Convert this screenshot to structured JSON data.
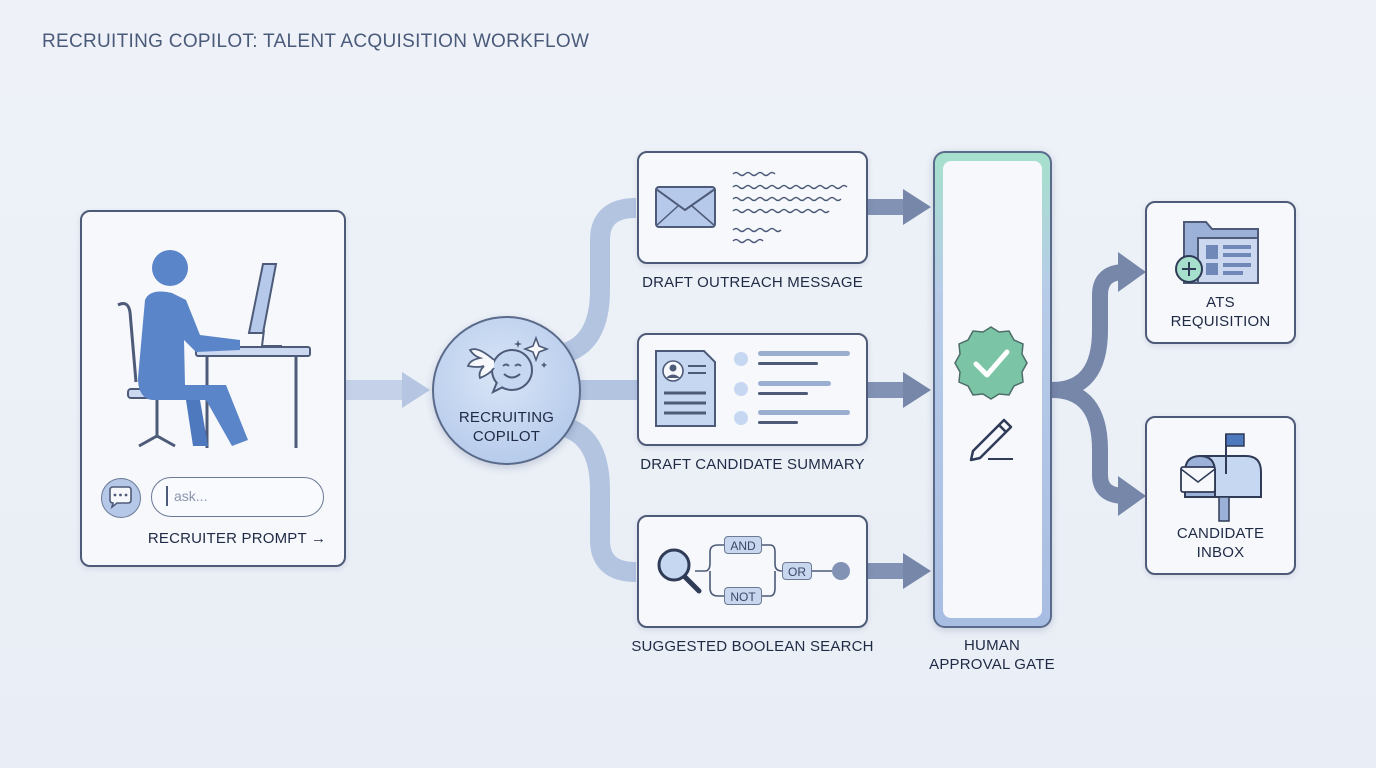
{
  "title": "RECRUITING COPILOT: TALENT ACQUISITION WORKFLOW",
  "recruiter": {
    "input_placeholder": "ask...",
    "label": "RECRUITER PROMPT →"
  },
  "copilot": {
    "label_line1": "RECRUITING",
    "label_line2": "COPILOT"
  },
  "drafts": {
    "outreach_label": "DRAFT OUTREACH MESSAGE",
    "summary_label": "DRAFT CANDIDATE SUMMARY",
    "search_label": "SUGGESTED BOOLEAN SEARCH",
    "search_ops": {
      "and": "AND",
      "or": "OR",
      "not": "NOT"
    }
  },
  "gate": {
    "label_line1": "HUMAN",
    "label_line2": "APPROVAL GATE"
  },
  "outputs": {
    "ats_line1": "ATS",
    "ats_line2": "REQUISITION",
    "inbox_line1": "CANDIDATE",
    "inbox_line2": "INBOX"
  },
  "icons": {
    "recruiter": "person-at-desk-icon",
    "chat": "chat-bubble-icon",
    "copilot": "winged-smiley-bubble-icon",
    "outreach": "envelope-icon",
    "summary": "profile-document-icon",
    "search": "magnifier-icon",
    "approve": "check-badge-icon",
    "edit": "pencil-icon",
    "ats": "folder-plus-icon",
    "inbox": "mailbox-icon"
  },
  "colors": {
    "accent": "#6a8ccc",
    "flow_light": "#aebfdc",
    "flow_dark": "#7787aa",
    "gate_top": "#a6e0cc",
    "badge": "#7bc4a5"
  }
}
